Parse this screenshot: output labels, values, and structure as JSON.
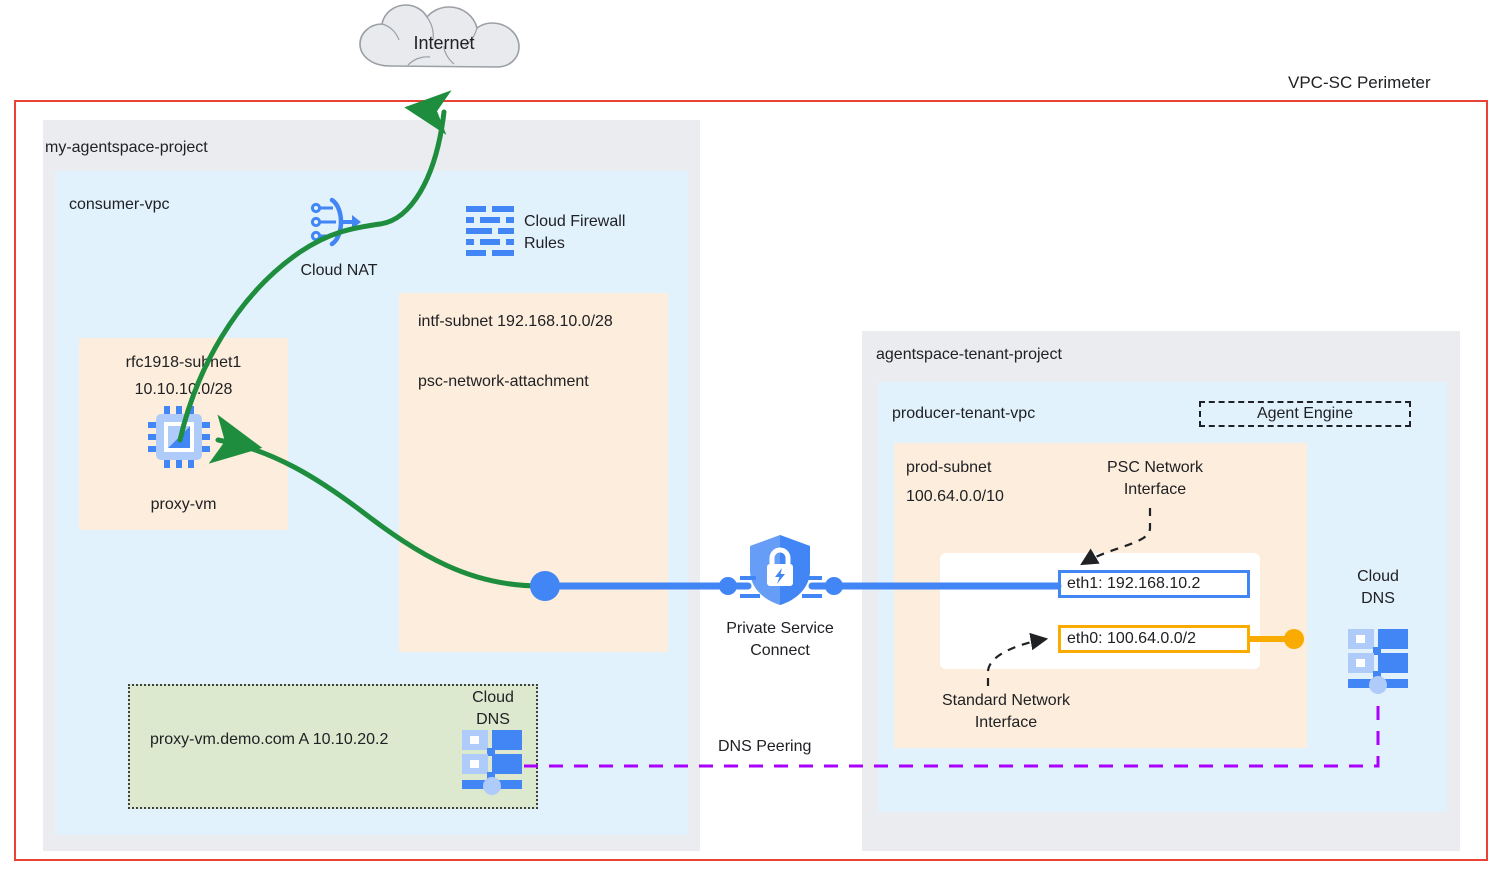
{
  "perimeter": {
    "label": "VPC-SC Perimeter",
    "color": "#ea4335"
  },
  "internet": {
    "label": "Internet"
  },
  "consumer_project": {
    "label": "my-agentspace-project",
    "vpc": {
      "label": "consumer-vpc"
    },
    "cloud_nat": {
      "label": "Cloud NAT",
      "icon": "cloud-nat-icon"
    },
    "cloud_firewall": {
      "label": "Cloud Firewall\nRules",
      "icon": "cloud-firewall-icon"
    },
    "rfc1918_subnet": {
      "name": "rfc1918-subnet1",
      "cidr": "10.10.10.0/28",
      "vm_label": "proxy-vm",
      "vm_icon": "compute-engine-vm-icon"
    },
    "intf_subnet": {
      "line1": "intf-subnet 192.168.10.0/28",
      "line2": "psc-network-attachment"
    },
    "dns_record": {
      "text": "proxy-vm.demo.com  A 10.10.20.2",
      "cloud_dns_label": "Cloud\nDNS",
      "icon": "cloud-dns-icon"
    }
  },
  "private_service_connect": {
    "label": "Private Service\nConnect",
    "icon": "private-service-connect-shield-icon"
  },
  "dns_peering": {
    "label": "DNS Peering",
    "color": "#aa00ff"
  },
  "tenant_project": {
    "label": "agentspace-tenant-project",
    "vpc": {
      "label": "producer-tenant-vpc"
    },
    "agent_engine": {
      "label": "Agent Engine"
    },
    "prod_subnet": {
      "name": "prod-subnet",
      "cidr": "100.64.0.0/10"
    },
    "psc_network_interface": {
      "label": "PSC Network\nInterface"
    },
    "standard_network_interface": {
      "label": "Standard Network\nInterface"
    },
    "eth1": {
      "label": "eth1: 192.168.10.2",
      "color": "#4285f4"
    },
    "eth0": {
      "label": "eth0: 100.64.0.0/2",
      "color": "#f9ab00"
    },
    "cloud_dns": {
      "label": "Cloud\nDNS",
      "icon": "cloud-dns-icon"
    }
  },
  "colors": {
    "perimeter_red": "#ea4335",
    "project_gray": "#eaecef",
    "vpc_blue": "#e1f2fd",
    "subnet_orange": "#fdeddc",
    "dns_green": "#dce9cf",
    "flow_green": "#1e8e3e",
    "link_blue": "#4285f4",
    "link_amber": "#f9ab00",
    "peering_purple": "#aa00ff"
  }
}
